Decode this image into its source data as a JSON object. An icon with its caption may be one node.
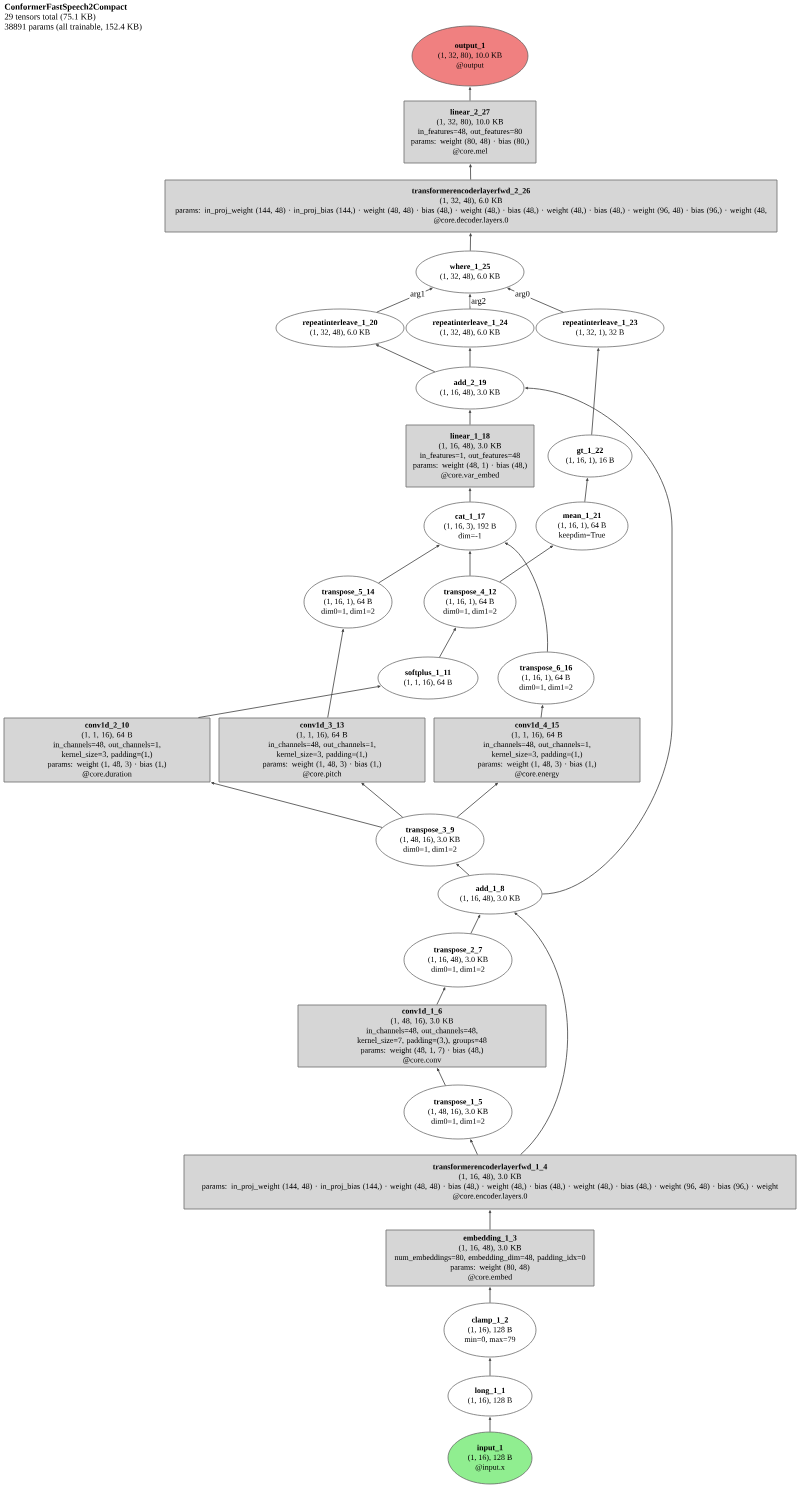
{
  "diagram": {
    "title": "ConformerFastSpeech2Compact",
    "labels": [
      "29 tensors total (75.1 KB)",
      "38891 params (all trainable, 152.4 KB)"
    ],
    "nodes": [
      {
        "text": [
          "output_1",
          "(1, 32, 80), 10.0 KB",
          "@output"
        ]
      },
      {
        "text": [
          "linear_2_27",
          "(1, 32, 80), 10.0 KB",
          "in_features=48, out_features=80",
          "params: weight (80, 48) · bias (80,)",
          "@core.mel"
        ]
      },
      {
        "text": [
          "transformerencoderlayerfwd_2_26",
          "(1, 32, 48), 6.0 KB",
          "params: in_proj_weight (144, 48) · in_proj_bias (144,) · weight (48, 48) · bias (48,) · weight (48,) · bias (48,) · weight (48,) · bias (48,) · weight (96, 48) · bias (96,) · weight (48,",
          "@core.decoder.layers.0"
        ]
      },
      {
        "text": [
          "where_1_25",
          "(1, 32, 48), 6.0 KB"
        ]
      },
      {
        "text": [
          "repeatinterleave_1_20",
          "(1, 32, 48), 6.0 KB"
        ]
      },
      {
        "text": [
          "repeatinterleave_1_24",
          "(1, 32, 48), 6.0 KB"
        ]
      },
      {
        "text": [
          "repeatinterleave_1_23",
          "(1, 32, 1), 32 B"
        ]
      },
      {
        "text": [
          "add_2_19",
          "(1, 16, 48), 3.0 KB"
        ]
      },
      {
        "text": [
          "linear_1_18",
          "(1, 16, 48), 3.0 KB",
          "in_features=1, out_features=48",
          "params: weight (48, 1) · bias (48,)",
          "@core.var_embed"
        ]
      },
      {
        "text": [
          "gt_1_22",
          "(1, 16, 1), 16 B"
        ]
      },
      {
        "text": [
          "cat_1_17",
          "(1, 16, 3), 192 B",
          "dim=-1"
        ]
      },
      {
        "text": [
          "mean_1_21",
          "(1, 16, 1), 64 B",
          "keepdim=True"
        ]
      },
      {
        "text": [
          "transpose_5_14",
          "(1, 16, 1), 64 B",
          "dim0=1, dim1=2"
        ]
      },
      {
        "text": [
          "transpose_4_12",
          "(1, 16, 1), 64 B",
          "dim0=1, dim1=2"
        ]
      },
      {
        "text": [
          "softplus_1_11",
          "(1, 1, 16), 64 B"
        ]
      },
      {
        "text": [
          "transpose_6_16",
          "(1, 16, 1), 64 B",
          "dim0=1, dim1=2"
        ]
      },
      {
        "text": [
          "conv1d_2_10",
          "(1, 1, 16), 64 B",
          "in_channels=48, out_channels=1, kernel_size=3, padding=(1,)",
          "params: weight (1, 48, 3) · bias (1,)",
          "@core.duration"
        ]
      },
      {
        "text": [
          "conv1d_3_13",
          "(1, 1, 16), 64 B",
          "in_channels=48, out_channels=1, kernel_size=3, padding=(1,)",
          "params: weight (1, 48, 3) · bias (1,)",
          "@core.pitch"
        ]
      },
      {
        "text": [
          "conv1d_4_15",
          "(1, 1, 16), 64 B",
          "in_channels=48, out_channels=1, kernel_size=3, padding=(1,)",
          "params: weight (1, 48, 3) · bias (1,)",
          "@core.energy"
        ]
      },
      {
        "text": [
          "transpose_3_9",
          "(1, 48, 16), 3.0 KB",
          "dim0=1, dim1=2"
        ]
      },
      {
        "text": [
          "add_1_8",
          "(1, 16, 48), 3.0 KB"
        ]
      },
      {
        "text": [
          "transpose_2_7",
          "(1, 16, 48), 3.0 KB",
          "dim0=1, dim1=2"
        ]
      },
      {
        "text": [
          "conv1d_1_6",
          "(1, 48, 16), 3.0 KB",
          "in_channels=48, out_channels=48, kernel_size=7, padding=(3,), groups=48",
          "params: weight (48, 1, 7) · bias (48,)",
          "@core.conv"
        ]
      },
      {
        "text": [
          "transpose_1_5",
          "(1, 48, 16), 3.0 KB",
          "dim0=1, dim1=2"
        ]
      },
      {
        "text": [
          "transformerencoderlayerfwd_1_4",
          "(1, 16, 48), 3.0 KB",
          "params: in_proj_weight (144, 48) · in_proj_bias (144,) · weight (48, 48) · bias (48,) · weight (48,) · bias (48,) · weight (48,) · bias (48,) · weight (96, 48) · bias (96,) · weight",
          "@core.encoder.layers.0"
        ]
      },
      {
        "text": [
          "embedding_1_3",
          "(1, 16, 48), 3.0 KB",
          "num_embeddings=80, embedding_dim=48, padding_idx=0",
          "params: weight (80, 48)",
          "@core.embed"
        ]
      },
      {
        "text": [
          "clamp_1_2",
          "(1, 16), 128 B",
          "min=0, max=79"
        ]
      },
      {
        "text": [
          "long_1_1",
          "(1, 16), 128 B"
        ]
      },
      {
        "text": [
          "input_1",
          "(1, 16), 128 B",
          "@input.x"
        ]
      }
    ],
    "edges": [
      {
        "from": 28,
        "to": 27,
        "arrow": "to"
      },
      {
        "from": 27,
        "to": 26,
        "arrow": "to"
      },
      {
        "from": 26,
        "to": 25,
        "arrow": "to"
      },
      {
        "from": 25,
        "to": 24,
        "arrow": "to"
      },
      {
        "from": 24,
        "to": 23,
        "arrow": "to"
      },
      {
        "from": 24,
        "to": 20,
        "arrow": "to"
      },
      {
        "from": 23,
        "to": 22,
        "arrow": "to"
      },
      {
        "from": 22,
        "to": 21,
        "arrow": "to"
      },
      {
        "from": 21,
        "to": 20,
        "arrow": "to"
      },
      {
        "from": 20,
        "to": 19,
        "arrow": "to"
      },
      {
        "from": 20,
        "to": 7,
        "arrow": "to"
      },
      {
        "from": 19,
        "to": 16,
        "arrow": "to"
      },
      {
        "from": 19,
        "to": 17,
        "arrow": "to"
      },
      {
        "from": 19,
        "to": 18,
        "arrow": "to"
      },
      {
        "from": 16,
        "to": 14,
        "arrow": "to"
      },
      {
        "from": 17,
        "to": 12,
        "arrow": "to"
      },
      {
        "from": 14,
        "to": 13,
        "arrow": "to"
      },
      {
        "from": 18,
        "to": 15,
        "arrow": "to"
      },
      {
        "from": 12,
        "to": 10,
        "arrow": "to"
      },
      {
        "from": 13,
        "to": 10,
        "arrow": "to"
      },
      {
        "from": 15,
        "to": 10,
        "arrow": "to"
      },
      {
        "from": 13,
        "to": 11,
        "arrow": "to"
      },
      {
        "from": 10,
        "to": 8,
        "arrow": "to"
      },
      {
        "from": 11,
        "to": 9,
        "arrow": "to"
      },
      {
        "from": 8,
        "to": 7,
        "arrow": "to"
      },
      {
        "from": 9,
        "to": 6,
        "arrow": "to"
      },
      {
        "from": 7,
        "to": 4,
        "arrow": "to"
      },
      {
        "from": 7,
        "to": 5,
        "arrow": "to"
      },
      {
        "from": 4,
        "to": 3,
        "arrow": "to",
        "label": "arg1"
      },
      {
        "from": 5,
        "to": 3,
        "arrow": "to",
        "label": "arg2"
      },
      {
        "from": 6,
        "to": 3,
        "arrow": "to",
        "label": "arg0"
      },
      {
        "from": 3,
        "to": 2,
        "arrow": "to"
      },
      {
        "from": 2,
        "to": 1,
        "arrow": "to"
      },
      {
        "from": 1,
        "to": 0,
        "arrow": "to"
      }
    ]
  }
}
